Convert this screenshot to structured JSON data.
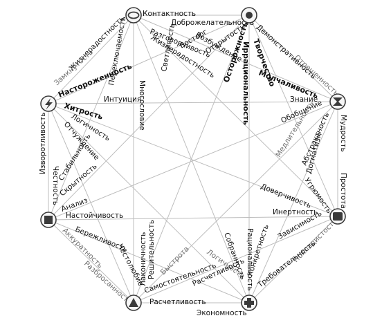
{
  "diagram": {
    "nodes": [
      {
        "id": "top-left",
        "icon": "oval-icon"
      },
      {
        "id": "top-right",
        "icon": "circle-icon"
      },
      {
        "id": "right-upper",
        "icon": "hourglass-icon"
      },
      {
        "id": "right-lower",
        "icon": "rounded-rect-icon"
      },
      {
        "id": "bottom-right",
        "icon": "cross-icon"
      },
      {
        "id": "bottom-left",
        "icon": "triangle-icon"
      },
      {
        "id": "left-lower",
        "icon": "square-icon"
      },
      {
        "id": "left-upper",
        "icon": "lightning-icon"
      }
    ],
    "labels": {
      "kontaktnost": "Контактность",
      "dobrozhelatelnost": "Доброжелательность",
      "razgovorchivost": "Разговорчивость",
      "vozbuzhdenie": "Возбуждение",
      "zhiznerodostnost": "Жизнерадостность",
      "vostorg": "Восторг",
      "otkrytost": "Открытость",
      "svetlivost": "Светливость",
      "mnogoslovie": "Многословие",
      "pereklyuchaemost": "Переключаемость",
      "zhiznerodnost": "Жизнерадостность",
      "zamknutost": "Замкнутость",
      "nastorozhennost": "Настороженность",
      "ostorozhnost": "Осторожность",
      "irratsionalnost": "Иррациональность",
      "tvorchestvo": "Творчество",
      "molchalivost": "Молчаливость",
      "demonstrativnost": "Демонстративность",
      "otreshennost": "Отрешенность",
      "intuitsiya": "Интуиция",
      "znanie": "Знание",
      "hitrost": "Хитрость",
      "obobshchenie": "Обобщение",
      "mudrost": "Мудрость",
      "logichnost": "Логичность",
      "otchuzhdenie": "Отчуждение",
      "izvorotlivost": "Изворотливость",
      "stabilnost": "Стабильность",
      "medlitelnost": "Медлительность",
      "abstraktnost": "Абстрактность",
      "dogmatizm": "Догматизм",
      "prostota": "Простота",
      "skrytnost": "Скрытность",
      "chestnost": "Честность",
      "ugryumost": "Угрюмость",
      "doverchivost": "Доверчивость",
      "analiz": "Анализ",
      "nastoychivost": "Настойчивость",
      "inertnost": "Инертность",
      "berezhlivost": "Бережливость",
      "akkuratnost": "Аккуратность",
      "zavisimost": "Зависимость",
      "lakonichnost": "Лаконичность",
      "reshitelnost": "Решительность",
      "ratsionalnost": "Рациональность",
      "konkretnost": "Конкретность",
      "pokladistost": "Покладистость",
      "razbrosannost": "Разбросанность",
      "chestolyubie": "Честолюбие",
      "bystrota": "Быстрота",
      "logichnost2": "Логичность",
      "sobrannost": "Собранность",
      "trebovatelnost": "Требовательность",
      "samostoyatelnost": "Самостоятельность",
      "raschetlivost": "Расчетливость",
      "raschetlivost2": "Расчетливость",
      "ekonomnost": "Экономность",
      "raschetlivost_b": "Расчетливость"
    }
  }
}
